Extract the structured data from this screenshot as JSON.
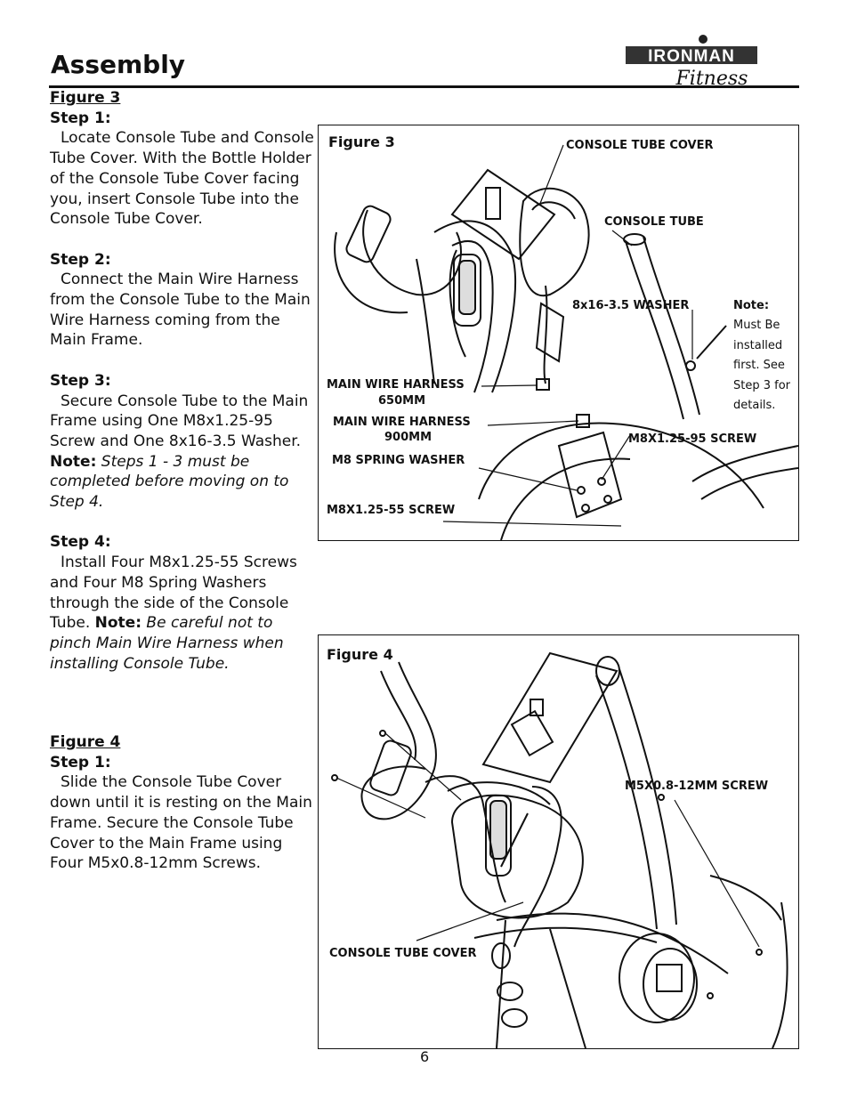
{
  "header": {
    "title": "Assembly",
    "logo_brand": "IRONMAN",
    "logo_sub": "Fitness"
  },
  "instructions": {
    "fig3": {
      "heading": "Figure 3",
      "step1": {
        "label": "Step 1:",
        "text": "Locate Console Tube and Console Tube Cover.  With the Bottle Holder of the Console Tube Cover facing you, insert Console Tube into the Console Tube Cover."
      },
      "step2": {
        "label": "Step 2:",
        "text": "Connect the Main Wire Harness from the Console Tube to the Main Wire Harness coming from the Main Frame."
      },
      "step3": {
        "label": "Step 3:",
        "text": "Secure Console Tube to the Main Frame using One M8x1.25-95 Screw and One 8x16-3.5 Washer.",
        "note_label": "Note:",
        "note_text": "Steps 1 - 3 must be completed before moving on to Step 4."
      },
      "step4": {
        "label": "Step 4:",
        "text": "Install Four M8x1.25-55 Screws and Four M8 Spring Washers through the side of the Console Tube.",
        "note_label": "Note:",
        "note_text": "Be careful not to pinch Main Wire Harness when installing Console Tube."
      }
    },
    "fig4": {
      "heading": "Figure 4",
      "step1": {
        "label": "Step 1:",
        "text": "Slide the Console Tube Cover down until it is resting on the Main Frame. Secure the Console Tube Cover to the Main Frame using Four M5x0.8-12mm Screws."
      }
    }
  },
  "figure3": {
    "label": "Figure 3",
    "callouts": {
      "console_tube_cover": "CONSOLE TUBE COVER",
      "console_tube": "CONSOLE TUBE",
      "washer": "8x16-3.5  WASHER",
      "note_label": "Note:",
      "note_text": "Must Be installed first. See Step 3 for details.",
      "harness_650_a": "MAIN WIRE HARNESS",
      "harness_650_b": "650MM",
      "harness_900_a": "MAIN WIRE HARNESS",
      "harness_900_b": "900MM",
      "screw_95": "M8X1.25-95 SCREW",
      "spring_washer": "M8 SPRING WASHER",
      "screw_55": "M8X1.25-55 SCREW"
    }
  },
  "figure4": {
    "label": "Figure 4",
    "callouts": {
      "screw": "M5X0.8-12MM SCREW",
      "cover": "CONSOLE TUBE COVER"
    }
  },
  "footer": {
    "page_number": "6"
  }
}
